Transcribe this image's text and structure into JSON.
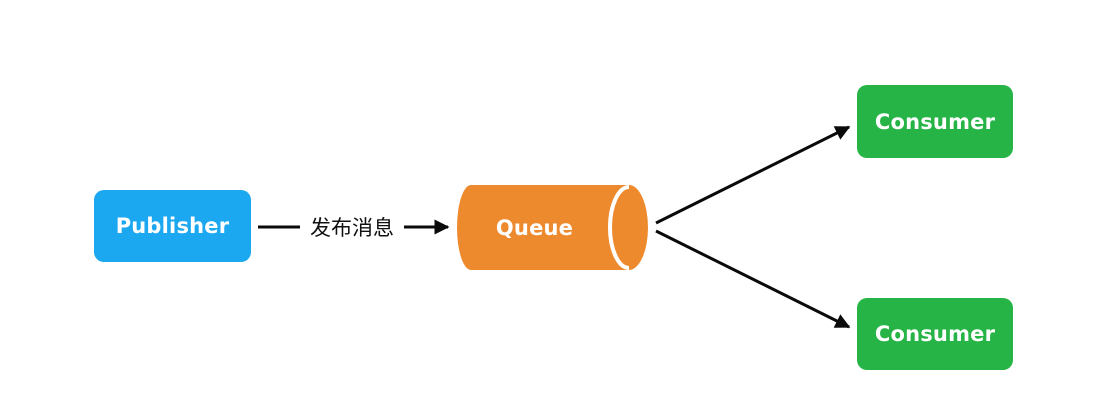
{
  "diagram": {
    "background_color": "#ffffff",
    "arrow_color": "#0a0a0a",
    "nodes": {
      "publisher": {
        "label": "Publisher",
        "shape": "rounded-rectangle",
        "color": "#1BA8F0",
        "text_color": "#ffffff"
      },
      "queue": {
        "label": "Queue",
        "shape": "horizontal-cylinder",
        "color": "#EE8A2E",
        "text_color": "#ffffff"
      },
      "consumer_top": {
        "label": "Consumer",
        "shape": "rounded-rectangle",
        "color": "#25B445",
        "text_color": "#ffffff"
      },
      "consumer_bottom": {
        "label": "Consumer",
        "shape": "rounded-rectangle",
        "color": "#25B445",
        "text_color": "#ffffff"
      }
    },
    "edges": {
      "publish": {
        "from": "publisher",
        "to": "queue",
        "label": "发布消息",
        "color": "#0a0a0a"
      },
      "to_consumer_top": {
        "from": "queue",
        "to": "consumer_top",
        "label": "",
        "color": "#0a0a0a"
      },
      "to_consumer_bottom": {
        "from": "queue",
        "to": "consumer_bottom",
        "label": "",
        "color": "#0a0a0a"
      }
    }
  }
}
